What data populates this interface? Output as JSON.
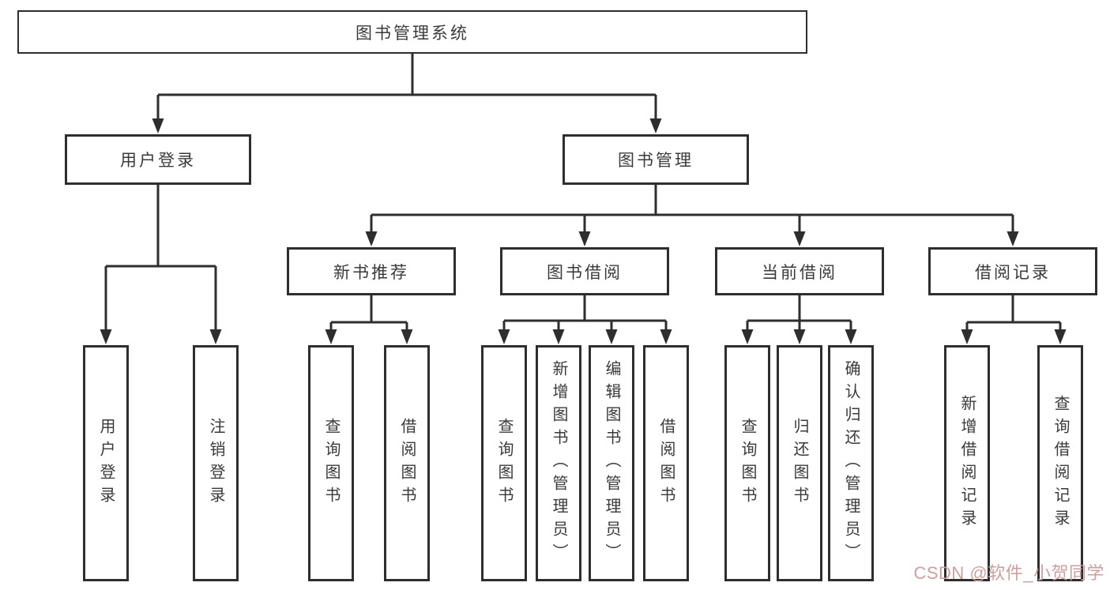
{
  "tree": {
    "root": {
      "label": "图书管理系统"
    },
    "branches": [
      {
        "label": "用户登录",
        "children": [
          {
            "label": "用户登录"
          },
          {
            "label": "注销登录"
          }
        ]
      },
      {
        "label": "图书管理",
        "children": [
          {
            "label": "新书推荐",
            "children": [
              {
                "label": "查询图书"
              },
              {
                "label": "借阅图书"
              }
            ]
          },
          {
            "label": "图书借阅",
            "children": [
              {
                "label": "查询图书"
              },
              {
                "label": "新增图书（管理员）"
              },
              {
                "label": "编辑图书（管理员）"
              },
              {
                "label": "借阅图书"
              }
            ]
          },
          {
            "label": "当前借阅",
            "children": [
              {
                "label": "查询图书"
              },
              {
                "label": "归还图书"
              },
              {
                "label": "确认归还（管理员）"
              }
            ]
          },
          {
            "label": "借阅记录",
            "children": [
              {
                "label": "新增借阅记录"
              },
              {
                "label": "查询借阅记录"
              }
            ]
          }
        ]
      }
    ]
  },
  "watermark": {
    "text": "CSDN @软件_小贺同学"
  },
  "colors": {
    "line": "#2e2e2e",
    "box_border": "#2e2e2e",
    "text": "#3a3a3a",
    "watermark": "#cf9f9f",
    "background": "#ffffff"
  }
}
